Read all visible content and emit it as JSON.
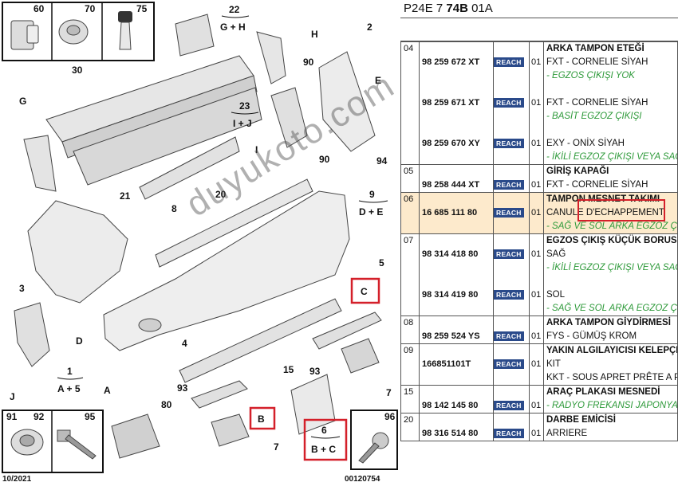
{
  "header": {
    "code_prefix": "P24E 7",
    "code_bold": "74B",
    "code_suffix": "01A"
  },
  "diagram": {
    "callouts": {
      "c60": "60",
      "c70": "70",
      "c75": "75",
      "c22": "22",
      "c22sub": "G + H",
      "cH": "H",
      "c2": "2",
      "c30": "30",
      "c90a": "90",
      "cE": "E",
      "cG": "G",
      "c23": "23",
      "c23sub": "I + J",
      "cI": "I",
      "c90b": "90",
      "c94": "94",
      "c21": "21",
      "c20": "20",
      "c9": "9",
      "c9sub": "D + E",
      "c8": "8",
      "c3": "3",
      "c5": "5",
      "cC": "C",
      "cD": "D",
      "c4": "4",
      "c15": "15",
      "c93a": "93",
      "c1": "1",
      "c1sub": "A + 5",
      "cA": "A",
      "c93b": "93",
      "c7a": "7",
      "cJ": "J",
      "c80": "80",
      "cB": "B",
      "c7b": "7",
      "c6": "6",
      "c6sub": "B + C",
      "c91": "91",
      "c92": "92",
      "c95": "95",
      "c96": "96",
      "date": "10/2021",
      "ref": "00120754"
    }
  },
  "watermark": "duyukoto.com",
  "rows": [
    {
      "idx": "04",
      "title": "ARKA TAMPON ETEĞİ",
      "highlight": false,
      "parts": [
        {
          "num": "98 259 672 XT",
          "reach": "REACH",
          "qty": "01",
          "desc": "FXT - CORNELIE SİYAH",
          "note": "- EGZOS ÇIKIŞI YOK"
        },
        {
          "num": "98 259 671 XT",
          "reach": "REACH",
          "qty": "01",
          "desc": "FXT - CORNELIE SİYAH",
          "note": "- BASİT EGZOZ ÇIKIŞI"
        },
        {
          "num": "98 259 670 XY",
          "reach": "REACH",
          "qty": "01",
          "desc": "EXY - ONİX SİYAH",
          "note": "- İKİLİ EGZOZ ÇIKIŞI VEYA SAĞ"
        }
      ]
    },
    {
      "idx": "05",
      "title": "GİRİŞ KAPAĞI",
      "highlight": false,
      "parts": [
        {
          "num": "98 258 444 XT",
          "reach": "REACH",
          "qty": "01",
          "desc": "FXT - CORNELIE SİYAH",
          "note": ""
        }
      ]
    },
    {
      "idx": "06",
      "title": "TAMPON MESNET TAKIMI",
      "highlight": true,
      "parts": [
        {
          "num": "16 685 111 80",
          "reach": "REACH",
          "qty": "01",
          "desc": "CANULE D'ECHAPPEMENT",
          "note": "- SAĞ VE SOL ARKA EGZOZ Ç"
        }
      ]
    },
    {
      "idx": "07",
      "title": "EGZOS ÇIKIŞ KÜÇÜK BORUSU",
      "highlight": false,
      "parts": [
        {
          "num": "98 314 418 80",
          "reach": "REACH",
          "qty": "01",
          "desc": "SAĞ",
          "note": "- İKİLİ EGZOZ ÇIKIŞI VEYA SAĞ"
        },
        {
          "num": "98 314 419 80",
          "reach": "REACH",
          "qty": "01",
          "desc": "SOL",
          "note": "- SAĞ VE SOL ARKA EGZOZ Ç"
        }
      ]
    },
    {
      "idx": "08",
      "title": "ARKA TAMPON GİYDİRMESİ",
      "highlight": false,
      "parts": [
        {
          "num": "98 259 524 YS",
          "reach": "REACH",
          "qty": "01",
          "desc": "FYS - GÜMÜŞ KROM",
          "note": ""
        }
      ]
    },
    {
      "idx": "09",
      "title": "YAKIN ALGILAYICISI KELEPÇE",
      "highlight": false,
      "parts": [
        {
          "num": "166851101T",
          "reach": "REACH",
          "qty": "01",
          "desc": "KIT",
          "note": "",
          "extra": "KKT - SOUS APRET PRÊTE A P"
        }
      ]
    },
    {
      "idx": "15",
      "title": "ARAÇ PLAKASI MESNEDİ",
      "highlight": false,
      "parts": [
        {
          "num": "98 142 145 80",
          "reach": "REACH",
          "qty": "01",
          "desc": "- RADYO FREKANSI JAPONYA",
          "descGreen": true,
          "note": ""
        }
      ]
    },
    {
      "idx": "20",
      "title": "DARBE EMİCİSİ",
      "highlight": false,
      "parts": [
        {
          "num": "98 316 514 80",
          "reach": "REACH",
          "qty": "01",
          "desc": "ARRIERE",
          "note": ""
        }
      ]
    }
  ]
}
